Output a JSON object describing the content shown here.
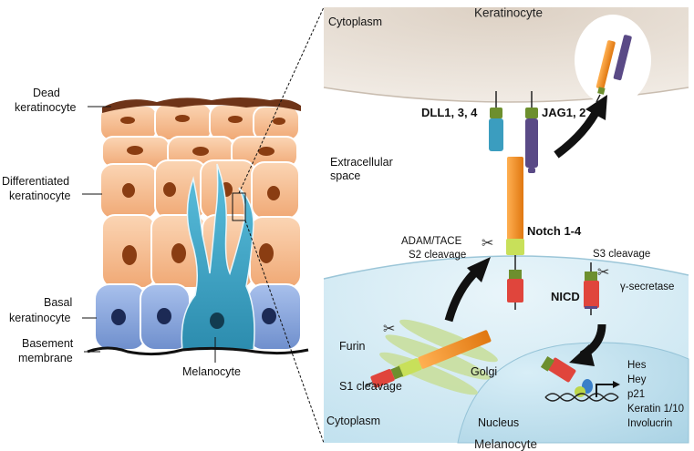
{
  "skin": {
    "labels": {
      "dead_line1": "Dead",
      "dead_line2": "keratinocyte",
      "diff_line1": "Differentiated",
      "diff_line2": "keratinocyte",
      "basal_line1": "Basal",
      "basal_line2": "keratinocyte",
      "membrane_line1": "Basement",
      "membrane_line2": "membrane",
      "melanocyte": "Melanocyte"
    },
    "colors": {
      "keratinocyte": "#f5b98c",
      "keratinocyte_nucleus": "#8a3d12",
      "dead_layer": "#6e3418",
      "basal": "#7f9fd8",
      "basal_nucleus": "#1c2a55",
      "melanocyte": "#3b9fbf",
      "melanocyte_nucleus": "#123c50"
    }
  },
  "detail": {
    "title_top": "Keratinocyte",
    "title_bottom": "Melanocyte",
    "cytoplasm_top": "Cytoplasm",
    "cytoplasm_bottom": "Cytoplasm",
    "extracellular_line1": "Extracellular",
    "extracellular_line2": "space",
    "nucleus": "Nucleus",
    "ligand_dll": "DLL1, 3, 4",
    "ligand_jag": "JAG1, 2",
    "receptor": "Notch 1-4",
    "adam_line1": "ADAM/TACE",
    "adam_line2": "S2 cleavage",
    "s3_cleavage": "S3 cleavage",
    "gamma_secretase": "γ-secretase",
    "nicd": "NICD",
    "furin": "Furin",
    "golgi": "Golgi",
    "s1_line1": "S1 cleavage",
    "s1_line2": "cleavage",
    "targets": [
      "Hes",
      "Hey",
      "p21",
      "Keratin 1/10",
      "Involucrin"
    ],
    "colors": {
      "keratinocyte_cyto": "#ece3da",
      "melanocyte_cyto": "#d6ecf5",
      "nucleus": "#c4e2ef",
      "golgi": "#c9df9e",
      "notch": "#f08a1e",
      "ligand_dll": "#3b9dbf",
      "ligand_jag": "#5a4a86",
      "membrane_tm": "#6d8f2e",
      "nicd": "#e0453c",
      "cleavage_seg": "#c8e05a"
    }
  }
}
